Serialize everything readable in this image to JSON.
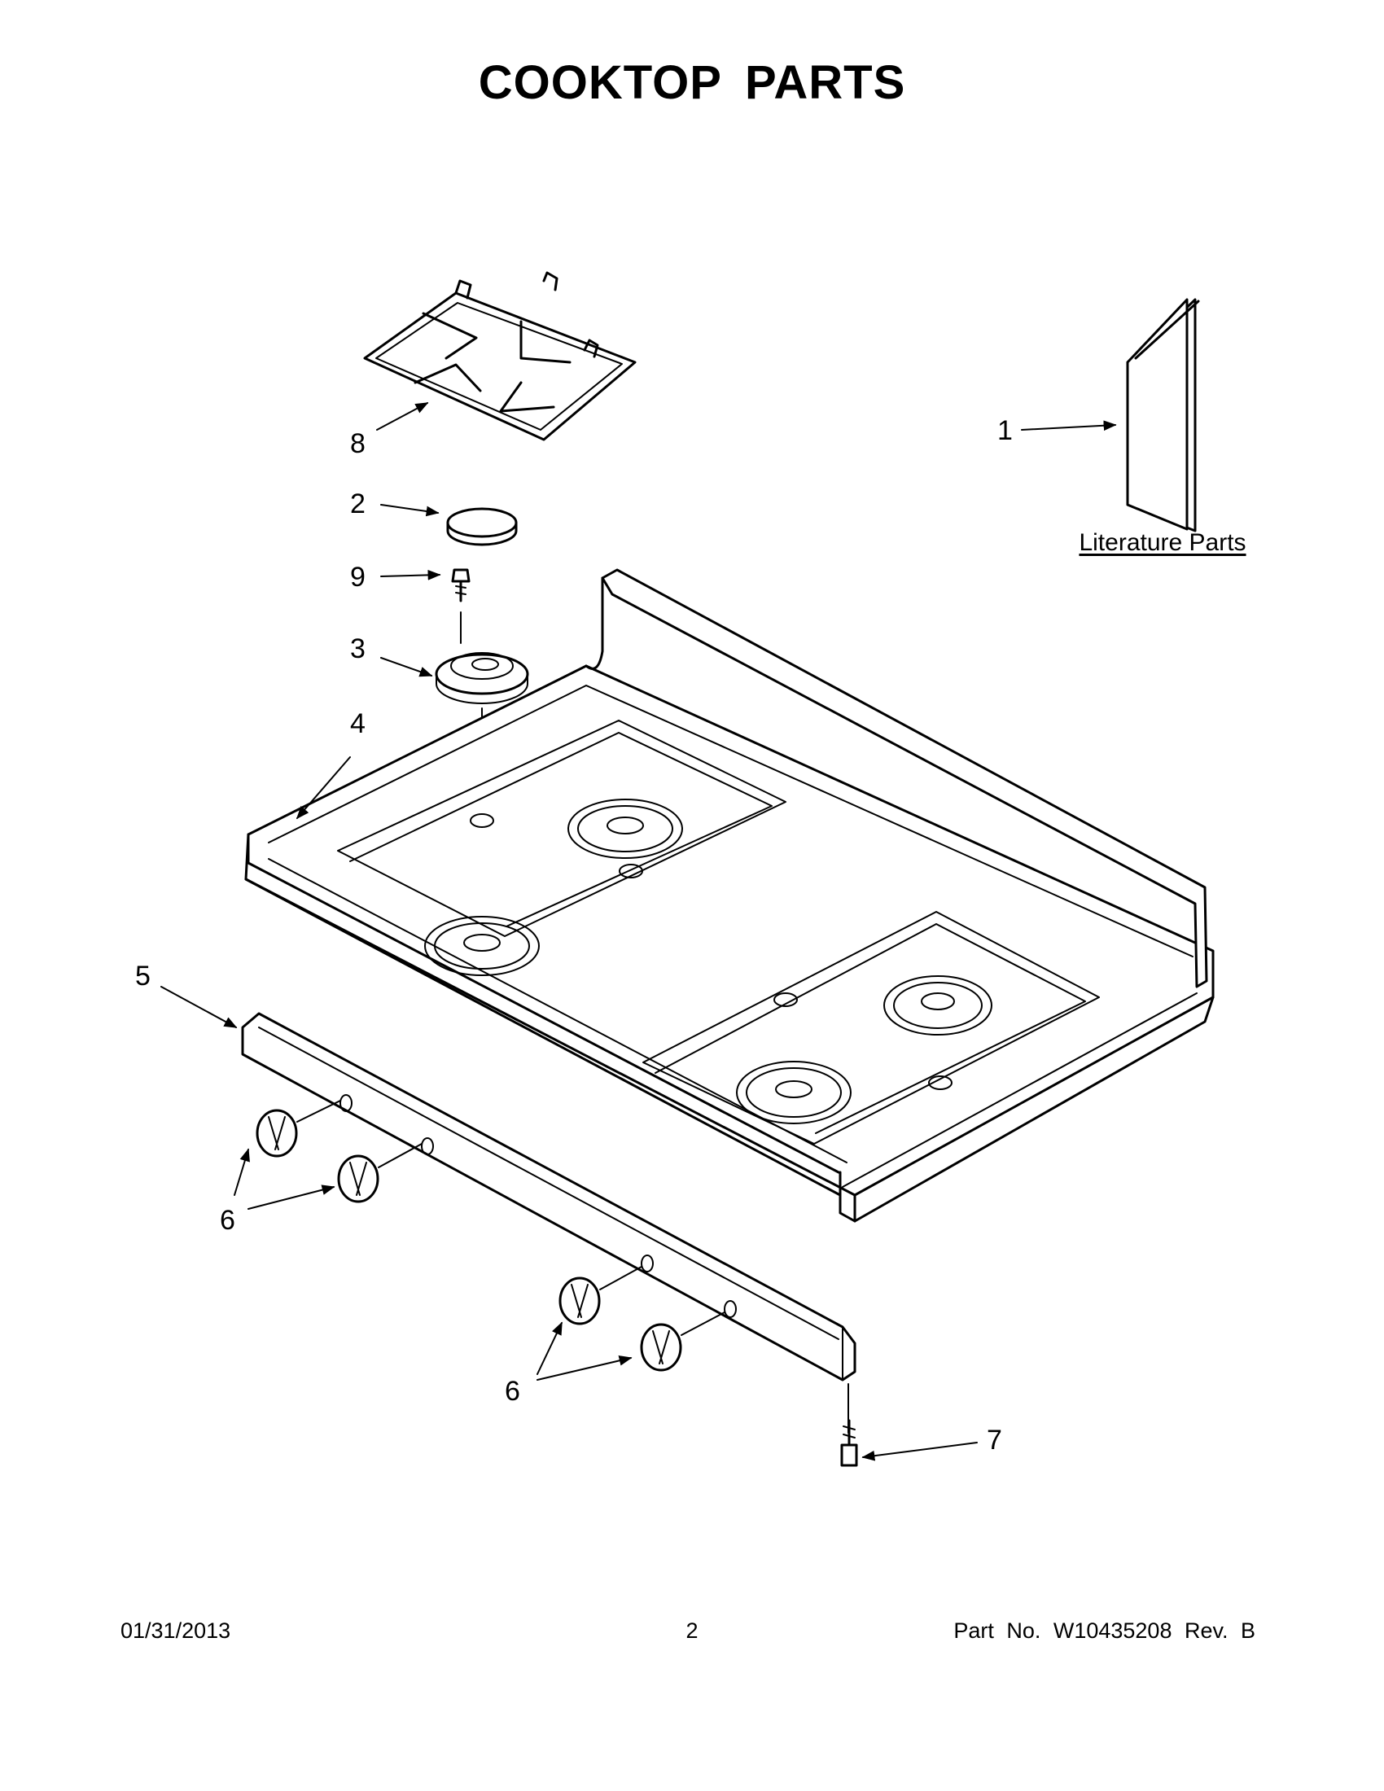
{
  "title": "COOKTOP PARTS",
  "callouts": [
    {
      "id": "1",
      "label": "1",
      "part": "literature-parts"
    },
    {
      "id": "2",
      "label": "2",
      "part": "burner-cap"
    },
    {
      "id": "3",
      "label": "3",
      "part": "burner-base"
    },
    {
      "id": "4",
      "label": "4",
      "part": "cooktop"
    },
    {
      "id": "5",
      "label": "5",
      "part": "control-panel"
    },
    {
      "id": "6a",
      "label": "6",
      "part": "knob-pair-left"
    },
    {
      "id": "6b",
      "label": "6",
      "part": "knob-pair-right"
    },
    {
      "id": "7",
      "label": "7",
      "part": "panel-screw"
    },
    {
      "id": "8",
      "label": "8",
      "part": "grate"
    },
    {
      "id": "9",
      "label": "9",
      "part": "burner-screw"
    }
  ],
  "literature_label": "Literature Parts",
  "footer": {
    "date": "01/31/2013",
    "page": "2",
    "part_number": "Part No.  W10435208  Rev.  B"
  }
}
